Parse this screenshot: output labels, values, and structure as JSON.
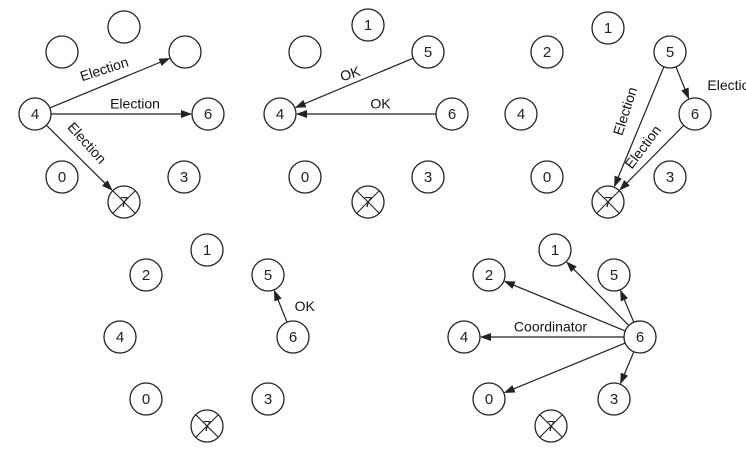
{
  "panels": [
    {
      "id": "a",
      "nodes": [
        {
          "id": "n0",
          "label": "0"
        },
        {
          "id": "n1",
          "label": ""
        },
        {
          "id": "n2",
          "label": ""
        },
        {
          "id": "n3",
          "label": "3"
        },
        {
          "id": "n4",
          "label": "4"
        },
        {
          "id": "n5",
          "label": ""
        },
        {
          "id": "n6",
          "label": "6"
        },
        {
          "id": "n7",
          "label": "7",
          "crashed": true
        }
      ],
      "edges": [
        {
          "from": "n4",
          "to": "n5",
          "label": "Election"
        },
        {
          "from": "n4",
          "to": "n6",
          "label": "Election"
        },
        {
          "from": "n4",
          "to": "n7",
          "label": "Election"
        }
      ]
    },
    {
      "id": "b",
      "nodes": [
        {
          "id": "n0",
          "label": "0"
        },
        {
          "id": "n1",
          "label": "1"
        },
        {
          "id": "n2",
          "label": ""
        },
        {
          "id": "n3",
          "label": "3"
        },
        {
          "id": "n4",
          "label": "4"
        },
        {
          "id": "n5",
          "label": "5"
        },
        {
          "id": "n6",
          "label": "6"
        },
        {
          "id": "n7",
          "label": "7",
          "crashed": true
        }
      ],
      "edges": [
        {
          "from": "n5",
          "to": "n4",
          "label": "OK"
        },
        {
          "from": "n6",
          "to": "n4",
          "label": "OK"
        }
      ]
    },
    {
      "id": "c",
      "nodes": [
        {
          "id": "n0",
          "label": "0"
        },
        {
          "id": "n1",
          "label": "1"
        },
        {
          "id": "n2",
          "label": "2"
        },
        {
          "id": "n3",
          "label": "3"
        },
        {
          "id": "n4",
          "label": "4"
        },
        {
          "id": "n5",
          "label": "5"
        },
        {
          "id": "n6",
          "label": "6"
        },
        {
          "id": "n7",
          "label": "7",
          "crashed": true
        }
      ],
      "edges": [
        {
          "from": "n5",
          "to": "n6",
          "label": "Election"
        },
        {
          "from": "n5",
          "to": "n7",
          "label": "Election"
        },
        {
          "from": "n6",
          "to": "n7",
          "label": "Election"
        }
      ]
    },
    {
      "id": "d",
      "nodes": [
        {
          "id": "n0",
          "label": "0"
        },
        {
          "id": "n1",
          "label": "1"
        },
        {
          "id": "n2",
          "label": "2"
        },
        {
          "id": "n3",
          "label": "3"
        },
        {
          "id": "n4",
          "label": "4"
        },
        {
          "id": "n5",
          "label": "5"
        },
        {
          "id": "n6",
          "label": "6"
        },
        {
          "id": "n7",
          "label": "7",
          "crashed": true
        }
      ],
      "edges": [
        {
          "from": "n6",
          "to": "n5",
          "label": "OK"
        }
      ]
    },
    {
      "id": "e",
      "nodes": [
        {
          "id": "n0",
          "label": "0"
        },
        {
          "id": "n1",
          "label": "1"
        },
        {
          "id": "n2",
          "label": "2"
        },
        {
          "id": "n3",
          "label": "3"
        },
        {
          "id": "n4",
          "label": "4"
        },
        {
          "id": "n5",
          "label": "5"
        },
        {
          "id": "n6",
          "label": "6"
        },
        {
          "id": "n7",
          "label": "7",
          "crashed": true
        }
      ],
      "edges": [
        {
          "from": "n6",
          "to": "n1",
          "label": ""
        },
        {
          "from": "n6",
          "to": "n2",
          "label": ""
        },
        {
          "from": "n6",
          "to": "n3",
          "label": ""
        },
        {
          "from": "n6",
          "to": "n4",
          "label": "Coordinator"
        },
        {
          "from": "n6",
          "to": "n5",
          "label": ""
        },
        {
          "from": "n6",
          "to": "n0",
          "label": ""
        }
      ]
    }
  ]
}
